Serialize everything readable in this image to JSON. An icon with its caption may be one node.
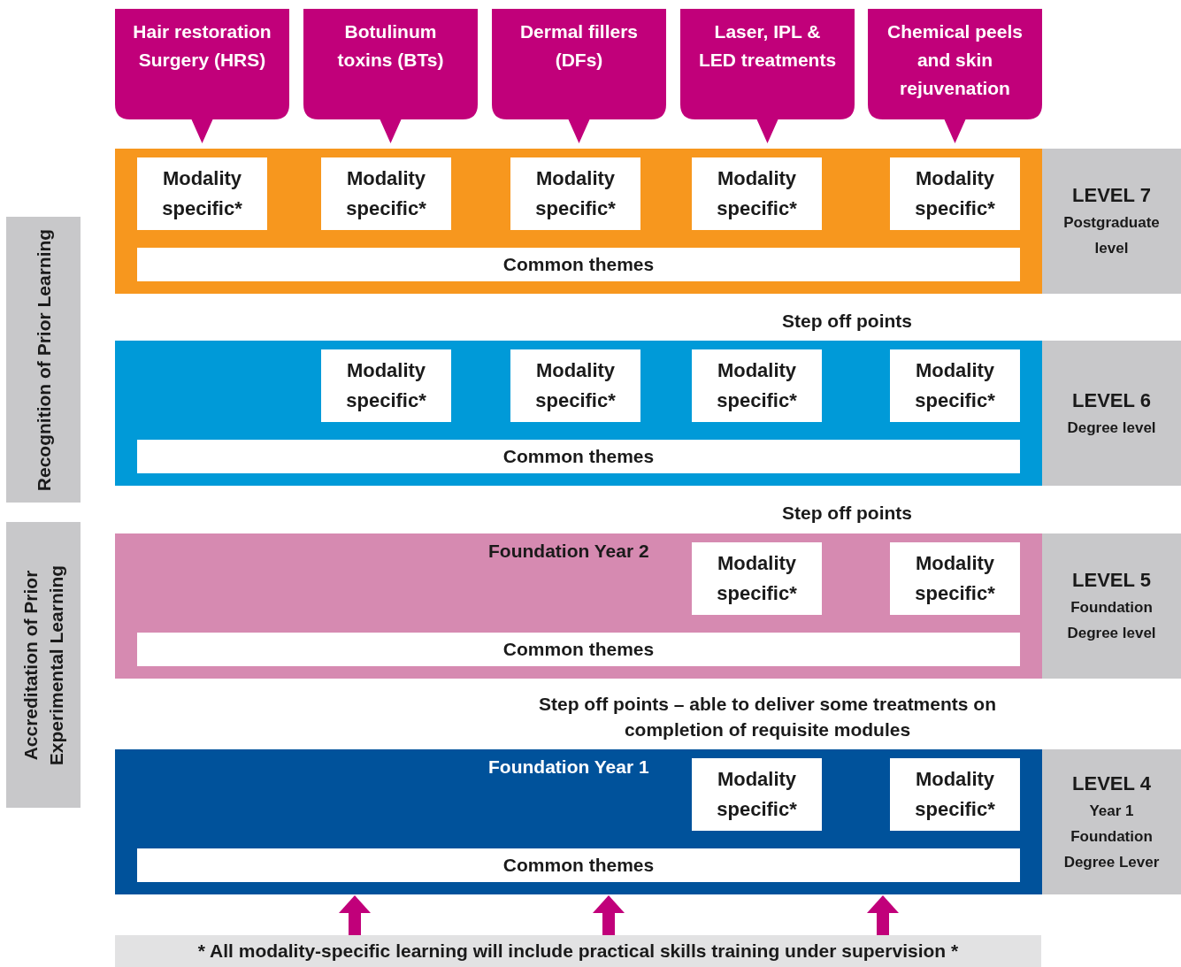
{
  "diagram": {
    "nodes": [
      {
        "text": [
          "Hair restoration Surgery (HRS)"
        ]
      },
      {
        "text": [
          "Botulinum toxins (BTs)"
        ]
      },
      {
        "text": [
          "Dermal fillers (DFs)"
        ]
      },
      {
        "text": [
          "Laser, IPL & LED treatments"
        ]
      },
      {
        "text": [
          "Chemical peels and skin rejuvenation"
        ]
      },
      {
        "text": [],
        "shape": "bar"
      },
      {
        "text": [
          "Modality specific*"
        ],
        "in": 5
      },
      {
        "text": [
          "Modality specific*"
        ],
        "in": 5
      },
      {
        "text": [
          "Modality specific*"
        ],
        "in": 5
      },
      {
        "text": [
          "Modality specific*"
        ],
        "in": 5
      },
      {
        "text": [
          "Modality specific*"
        ],
        "in": 5
      },
      {
        "text": [
          "Common themes"
        ],
        "in": 5
      },
      {
        "text": [
          "LEVEL 7",
          "Postgraduate level"
        ]
      },
      {
        "text": [],
        "shape": "bar"
      },
      {
        "text": [
          "Modality specific*"
        ],
        "in": 13
      },
      {
        "text": [
          "Modality specific*"
        ],
        "in": 13
      },
      {
        "text": [
          "Modality specific*"
        ],
        "in": 13
      },
      {
        "text": [
          "Modality specific*"
        ],
        "in": 13
      },
      {
        "text": [
          "Common themes"
        ],
        "in": 13
      },
      {
        "text": [
          "LEVEL 6",
          "Degree level"
        ]
      },
      {
        "text": [
          "Foundation Year 2"
        ]
      },
      {
        "text": [
          "Modality specific*"
        ],
        "in": 20
      },
      {
        "text": [
          "Modality specific*"
        ],
        "in": 20
      },
      {
        "text": [
          "Common themes"
        ],
        "in": 20
      },
      {
        "text": [
          "LEVEL 5",
          "Foundation Degree level"
        ]
      },
      {
        "text": [
          "Foundation Year 1"
        ]
      },
      {
        "text": [
          "Modality specific*"
        ],
        "in": 25
      },
      {
        "text": [
          "Modality specific*"
        ],
        "in": 25
      },
      {
        "text": [
          "Common themes"
        ],
        "in": 25
      },
      {
        "text": [
          "LEVEL 4",
          "Year 1 Foundation Degree Lever"
        ]
      },
      {
        "text": [
          "Recognition of Prior Learning"
        ]
      },
      {
        "text": [
          "Accreditation of Prior Experimental Learning"
        ]
      },
      {
        "text": [
          "* All modality-specific learning will include practical skills training under supervision *"
        ]
      }
    ],
    "edges": [
      {
        "from": 32,
        "to": 25,
        "arrow": "to"
      },
      {
        "from": 32,
        "to": 25,
        "arrow": "to"
      },
      {
        "from": 32,
        "to": 25,
        "arrow": "to"
      }
    ],
    "labels": [
      "Step off points",
      "Step off points",
      "Step off points – able to deliver some treatments on completion of requisite modules"
    ]
  }
}
